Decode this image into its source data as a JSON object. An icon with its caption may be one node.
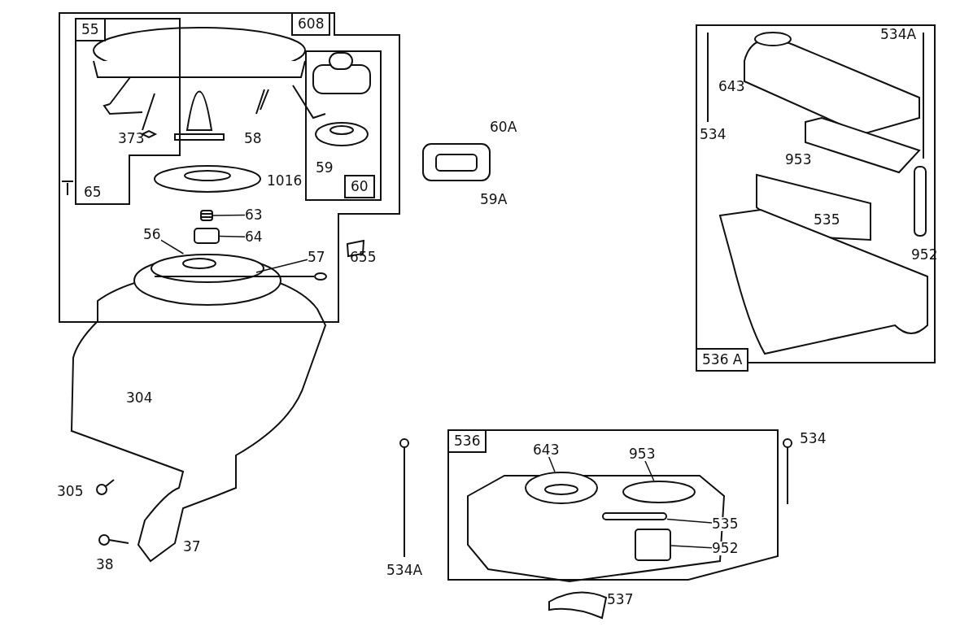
{
  "diagram": {
    "nodes": [
      {
        "text": [
          "608"
        ]
      },
      {
        "text": [
          "55"
        ],
        "in": 0
      },
      {
        "text": [
          "60"
        ],
        "in": 0
      },
      {
        "text": [
          "63"
        ],
        "in": 0
      },
      {
        "text": [
          "64"
        ],
        "in": 0
      },
      {
        "text": [
          "56"
        ],
        "in": 0
      },
      {
        "text": [
          "57"
        ],
        "in": 0
      },
      {
        "text": [
          "536 A"
        ]
      },
      {
        "text": [
          "536"
        ]
      },
      {
        "text": [
          "643"
        ],
        "in": 8
      },
      {
        "text": [
          "953"
        ],
        "in": 8
      },
      {
        "text": [
          "535"
        ],
        "in": 8
      },
      {
        "text": [
          "952"
        ],
        "in": 8
      },
      {
        "text": [],
        "shape": "picture",
        "in": 0
      },
      {
        "text": [],
        "shape": "box",
        "in": 0
      },
      {
        "text": [],
        "shape": "picture",
        "in": 0
      },
      {
        "text": [],
        "shape": "picture",
        "in": 0
      },
      {
        "text": [],
        "shape": "picture",
        "in": 8
      },
      {
        "text": [],
        "shape": "circle",
        "in": 8
      },
      {
        "text": [],
        "shape": "box",
        "in": 8
      },
      {
        "text": [],
        "shape": "box",
        "in": 8
      }
    ],
    "edges": [
      {
        "from": 3,
        "to": 13,
        "arrow": "none"
      },
      {
        "from": 4,
        "to": 14,
        "arrow": "none"
      },
      {
        "from": 5,
        "to": 15,
        "arrow": "none"
      },
      {
        "from": 6,
        "to": 16,
        "arrow": "none"
      },
      {
        "from": 9,
        "to": 17,
        "arrow": "none"
      },
      {
        "from": 10,
        "to": 18,
        "arrow": "none"
      },
      {
        "from": 11,
        "to": 19,
        "arrow": "none"
      },
      {
        "from": 12,
        "to": 20,
        "arrow": "none"
      }
    ],
    "labels": [
      "373",
      "58",
      "65",
      "1016",
      "59",
      "60A",
      "59A",
      "655",
      "304",
      "305",
      "37",
      "38",
      "534A",
      "643",
      "534",
      "953",
      "535",
      "952",
      "534A",
      "534",
      "537"
    ]
  }
}
